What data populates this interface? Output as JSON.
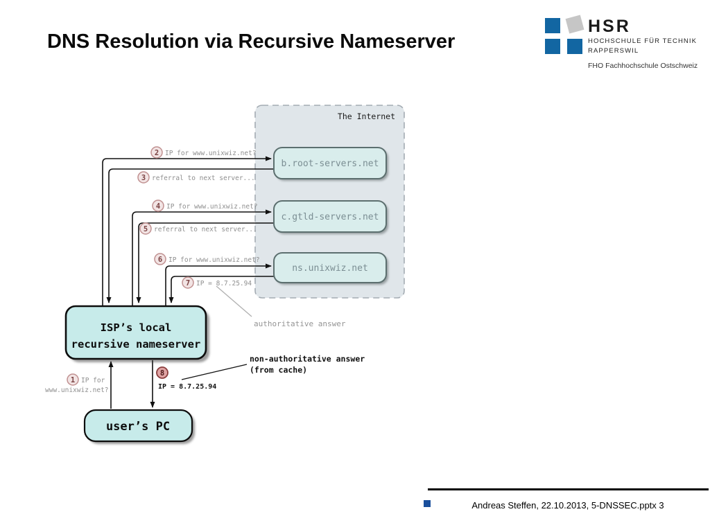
{
  "slide": {
    "title": "DNS Resolution via Recursive Nameserver",
    "footer_credit": "Andreas Steffen, 22.10.2013, 5-DNSSEC.pptx 3"
  },
  "logo": {
    "acronym": "HSR",
    "line1": "HOCHSCHULE FÜR TECHNIK",
    "line2": "RAPPERSWIL",
    "subtitle": "FHO Fachhochschule Ostschweiz",
    "blue": "#1266a2",
    "gray": "#c6c6c6"
  },
  "diagram": {
    "internet_label": "The Internet",
    "servers": [
      {
        "name": "b.root-servers.net"
      },
      {
        "name": "c.gtld-servers.net"
      },
      {
        "name": "ns.unixwiz.net"
      }
    ],
    "isp_box": {
      "line1": "ISP’s local",
      "line2": "recursive nameserver"
    },
    "pc_box": {
      "label": "user’s PC"
    },
    "steps": [
      {
        "num": "1",
        "text_line1": "IP for",
        "text_line2": "www.unixwiz.net?"
      },
      {
        "num": "2",
        "text": "IP for www.unixwiz.net?"
      },
      {
        "num": "3",
        "text": "referral to next server..."
      },
      {
        "num": "4",
        "text": "IP for www.unixwiz.net?"
      },
      {
        "num": "5",
        "text": "referral to next server..."
      },
      {
        "num": "6",
        "text": "IP for www.unixwiz.net?"
      },
      {
        "num": "7",
        "text": "IP = 8.7.25.94"
      },
      {
        "num": "8",
        "text": "IP = 8.7.25.94"
      }
    ],
    "annotations": {
      "authoritative": "authoritative answer",
      "non_authoritative_line1": "non-authoritative answer",
      "non_authoritative_line2": "(from cache)"
    },
    "colors": {
      "internet_fill": "#e0e6ea",
      "internet_stroke": "#a3abb2",
      "server_fill": "#d9edec",
      "server_stroke": "#5c6f6f",
      "node_fill": "#c7ebea",
      "node_stroke": "#0d0d0d",
      "circle_fill": "#f2e4e4",
      "circle_stroke": "#c09090",
      "circle8_fill": "#dfa3a3",
      "circle8_stroke": "#8a3d3d"
    }
  }
}
